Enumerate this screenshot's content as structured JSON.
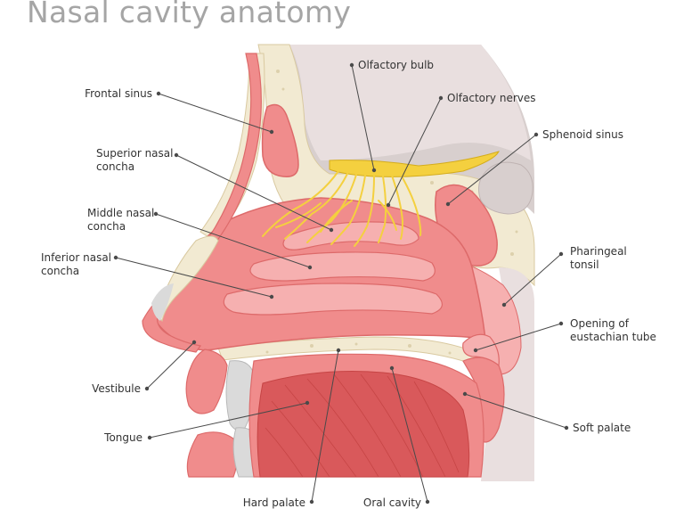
{
  "title": "Nasal cavity anatomy",
  "labels": {
    "frontal_sinus": "Frontal sinus",
    "superior_nasal_concha_1": "Superior nasal",
    "superior_nasal_concha_2": "concha",
    "middle_nasal_concha_1": "Middle nasal",
    "middle_nasal_concha_2": "concha",
    "inferior_nasal_concha_1": "Inferior nasal",
    "inferior_nasal_concha_2": "concha",
    "vestibule": "Vestibule",
    "tongue": "Tongue",
    "hard_palate": "Hard palate",
    "oral_cavity": "Oral cavity",
    "olfactory_bulb": "Olfactory bulb",
    "olfactory_nerves": "Olfactory nerves",
    "sphenoid_sinus": "Sphenoid sinus",
    "pharingeal_tonsil_1": "Pharingeal",
    "pharingeal_tonsil_2": "tonsil",
    "eustachian_1": "Opening of",
    "eustachian_2": "eustachian tube",
    "soft_palate": "Soft palate"
  },
  "colors": {
    "title": "#a5a5a5",
    "tissue": "#f08c8c",
    "tissue_dark": "#dd6a6a",
    "tissue_light": "#f6b0b0",
    "bone": "#f2ead2",
    "bone_spot": "#dcd0ac",
    "brain": "#d8cfce",
    "brain_light": "#e9dfdf",
    "nerve": "#f4d03f",
    "cartilage": "#dadada",
    "tongue_muscle": "#d9595b",
    "lead_line": "#4a4a4a"
  }
}
